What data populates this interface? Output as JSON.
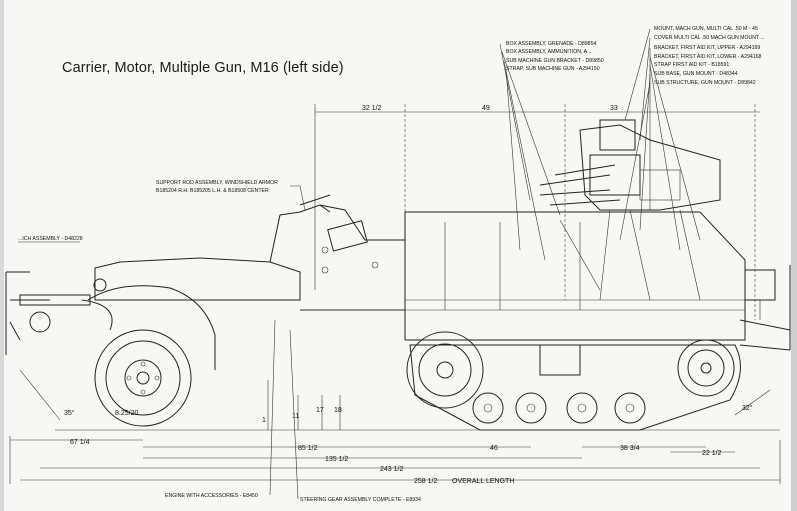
{
  "title": "Carrier, Motor, Multiple Gun, M16 (left side)",
  "callouts_top": [
    "BOX ASSEMBLY, GRENADE - D89854",
    "BOX ASSEMBLY, AMMUNITION, A...",
    "SUB MACHINE GUN BRACKET - D89850",
    "STRAP, SUB MACHINE GUN - A294150"
  ],
  "callouts_right": [
    "MOUNT, MACH GUN, MULTI CAL .50 M - 45",
    "COVER MULTI CAL .50 MACH GUN MOUNT ...",
    "BRACKET, FIRST AID KIT, UPPER - A294169",
    "BRACKET, FIRST AID KIT, LOWER - A294168",
    "STRAP FIRST AID KIT - B18591",
    "SUB BASE, GUN MOUNT - D48344",
    "SUB STRUCTURE, GUN MOUNT - D89842"
  ],
  "callout_support_rod": [
    "SUPPORT ROD ASSEMBLY, WINDSHIELD ARMOR",
    "B185204 R.H. B185205 L.H. & B18508 CENTER"
  ],
  "callout_left": "...ICH ASSEMBLY - D48228",
  "callout_bottom_left": "ENGINE WITH ACCESSORIES - E8450",
  "callout_bottom_mid": "STEERING GEAR ASSEMBLY COMPLETE - E8934",
  "tire_label": "8.25/20",
  "dimensions": {
    "top_32": "32 1/2",
    "top_49": "49",
    "top_33": "33",
    "front_67": "67 1/4",
    "d_85": "85 1/2",
    "d_135": "135 1/2",
    "d_243": "243 1/2",
    "overall_value": "258 1/2",
    "overall_label": "OVERALL LENGTH",
    "d_46": "46",
    "d_38": "38 3/4",
    "d_22": "22 1/2",
    "angle_front": "35°",
    "angle_rear": "32°",
    "v_11": "11",
    "v_17": "17",
    "v_18": "18",
    "v_1": "1"
  }
}
